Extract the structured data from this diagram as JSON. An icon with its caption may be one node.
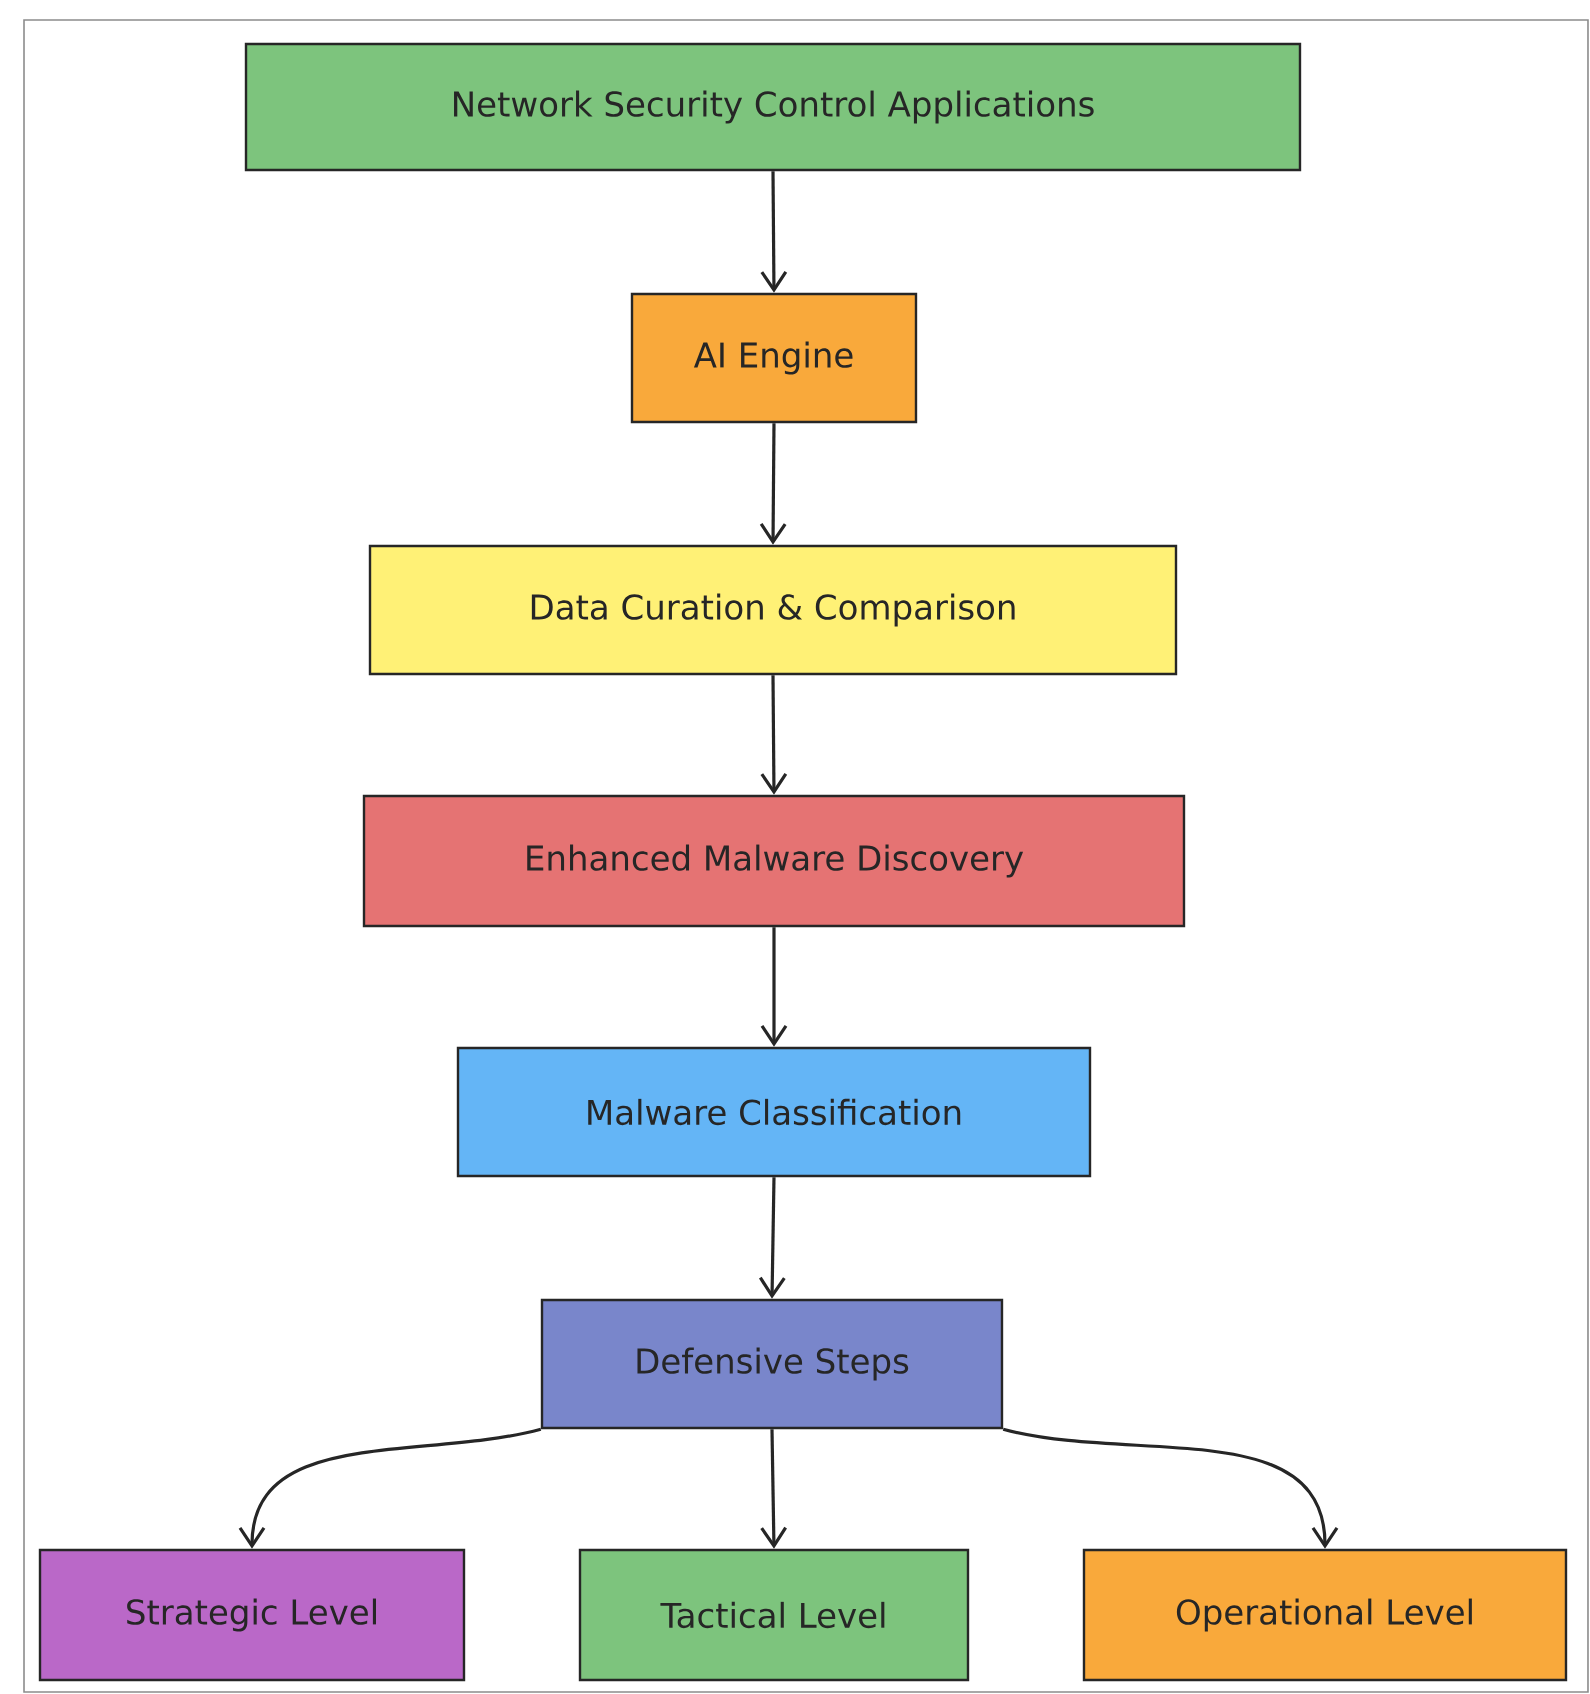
{
  "diagram": {
    "nodes": [
      {
        "text": [
          "Network Security Control Applications"
        ]
      },
      {
        "text": [
          "AI Engine"
        ]
      },
      {
        "text": [
          "Data Curation & Comparison"
        ]
      },
      {
        "text": [
          "Enhanced Malware Discovery"
        ]
      },
      {
        "text": [
          "Malware Classification"
        ]
      },
      {
        "text": [
          "Defensive Steps"
        ]
      },
      {
        "text": [
          "Strategic Level"
        ]
      },
      {
        "text": [
          "Tactical Level"
        ]
      },
      {
        "text": [
          "Operational Level"
        ]
      }
    ],
    "edges": [
      {
        "from": 0,
        "to": 1,
        "arrow": "to"
      },
      {
        "from": 1,
        "to": 2,
        "arrow": "to"
      },
      {
        "from": 2,
        "to": 3,
        "arrow": "to"
      },
      {
        "from": 3,
        "to": 4,
        "arrow": "to"
      },
      {
        "from": 4,
        "to": 5,
        "arrow": "to"
      },
      {
        "from": 5,
        "to": 6,
        "arrow": "to"
      },
      {
        "from": 5,
        "to": 7,
        "arrow": "to"
      },
      {
        "from": 5,
        "to": 8,
        "arrow": "to"
      }
    ]
  }
}
